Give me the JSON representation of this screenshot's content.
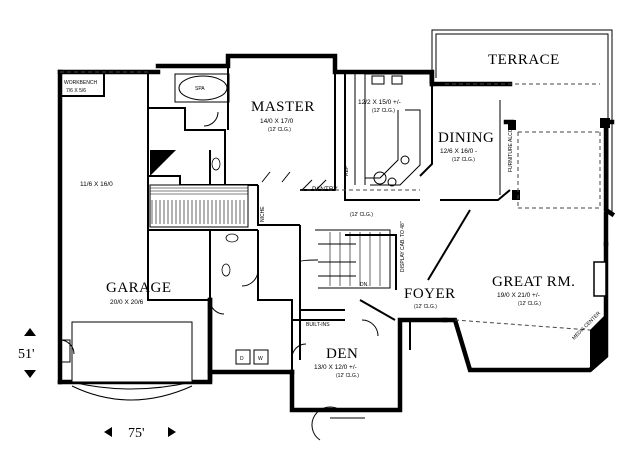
{
  "rooms": {
    "terrace": {
      "name": "TERRACE"
    },
    "master": {
      "name": "MASTER",
      "size": "14/0 X 17/0",
      "ceiling": "(12' CLG.)"
    },
    "kitchen": {
      "size": "12/2 X 15/0 +/-",
      "ceiling": "(12' CLG.)"
    },
    "dining": {
      "name": "DINING",
      "size": "12/6 X 16/0 -",
      "ceiling": "(12' CLG.)"
    },
    "workbench": {
      "name": "WORKBENCH",
      "size": "7/6 X 5/6"
    },
    "spa": {
      "name": "SPA"
    },
    "garage": {
      "name": "GARAGE",
      "size": "20/0 X 20/6",
      "bay_size": "11/6 X 16/0"
    },
    "great_room": {
      "name": "GREAT RM.",
      "size": "19/0 X 21/0 +/-",
      "ceiling": "(12' CLG.)"
    },
    "foyer": {
      "name": "FOYER",
      "ceiling": "(12' CLG.)"
    },
    "den": {
      "name": "DEN",
      "size": "13/0 X 12/0 +/-",
      "ceiling": "(12' CLG.)"
    },
    "hall": {
      "ceiling": "(12' CLG.)"
    }
  },
  "labels": {
    "pantry": "PANTRY",
    "niche": "NICHE",
    "ref": "REF",
    "display_cab": "DISPLAY CAB. TO 48\"",
    "furniture_alcove": "FURNITURE ALCOVE",
    "media_center": "MEDIA CENTER",
    "built_ins": "BUILT-INS",
    "dn": "DN.",
    "washer": "W",
    "dryer": "D"
  },
  "dimensions": {
    "depth": "51'",
    "width": "75'"
  }
}
